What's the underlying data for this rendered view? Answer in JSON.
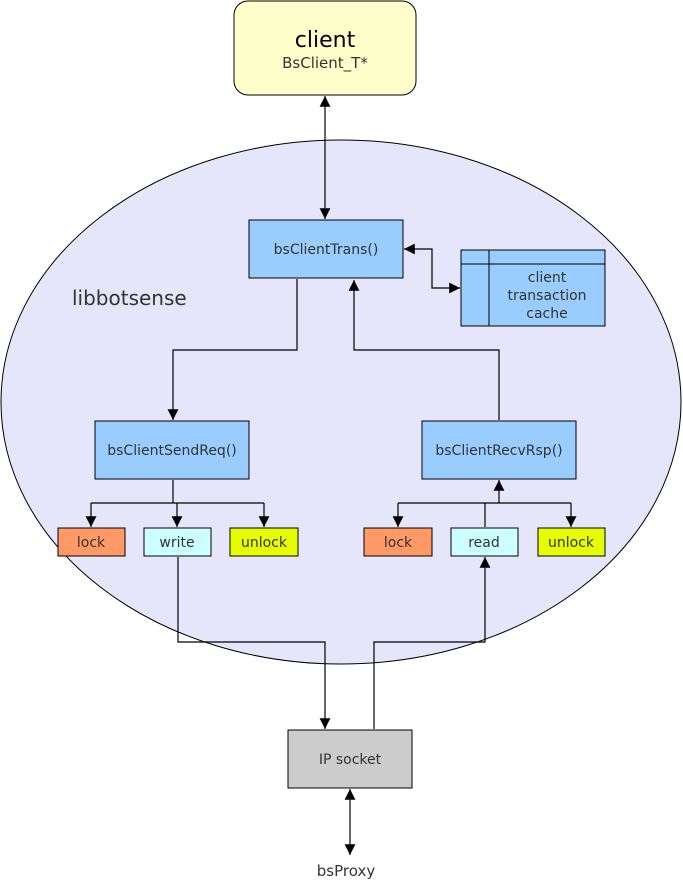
{
  "client": {
    "title": "client",
    "type": "BsClient_T*"
  },
  "library": {
    "label": "libbotsense"
  },
  "trans": {
    "label": "bsClientTrans()"
  },
  "cache": {
    "line1": "client",
    "line2": "transaction",
    "line3": "cache"
  },
  "send": {
    "label": "bsClientSendReq()",
    "lock": "lock",
    "io": "write",
    "unlock": "unlock"
  },
  "recv": {
    "label": "bsClientRecvRsp()",
    "lock": "lock",
    "io": "read",
    "unlock": "unlock"
  },
  "socket": {
    "label": "IP socket"
  },
  "proxy": {
    "label": "bsProxy"
  },
  "colors": {
    "client_fill": "#ffffcc",
    "ellipse_fill": "#e6e6fa",
    "func_fill": "#99ccff",
    "lock_fill": "#ff9966",
    "io_fill": "#ccffff",
    "unlock_fill": "#e6ff00",
    "socket_fill": "#cccccc"
  }
}
